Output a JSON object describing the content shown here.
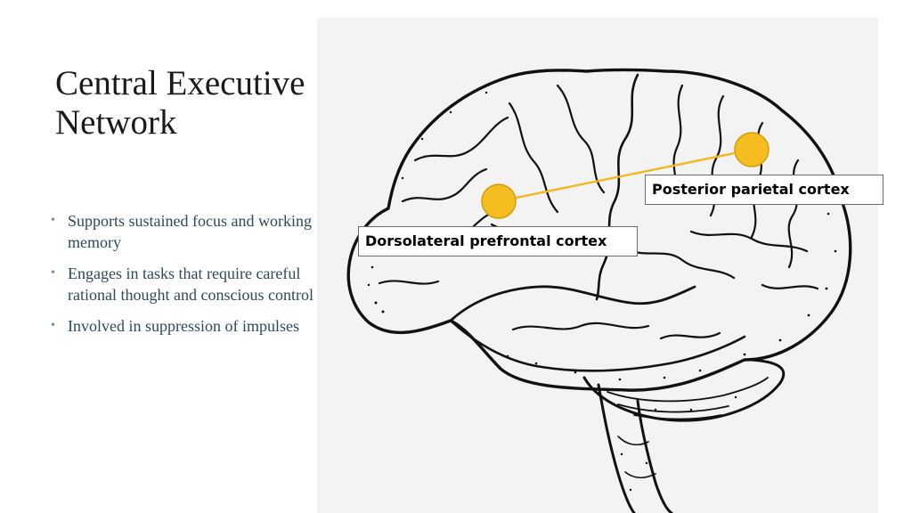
{
  "slide": {
    "title": "Central Executive Network",
    "bullets": [
      "Supports sustained focus and working memory",
      "Engages in tasks that require careful rational thought and conscious control",
      "Involved in suppression of impulses"
    ]
  },
  "diagram": {
    "labels": {
      "posterior": "Posterior parietal cortex",
      "dlpfc": "Dorsolateral prefrontal cortex"
    },
    "colors": {
      "node_fill": "#f5bd1f",
      "node_stroke": "#d39c10",
      "connector": "#f0b81c",
      "panel_bg": "#f3f3f3"
    }
  }
}
